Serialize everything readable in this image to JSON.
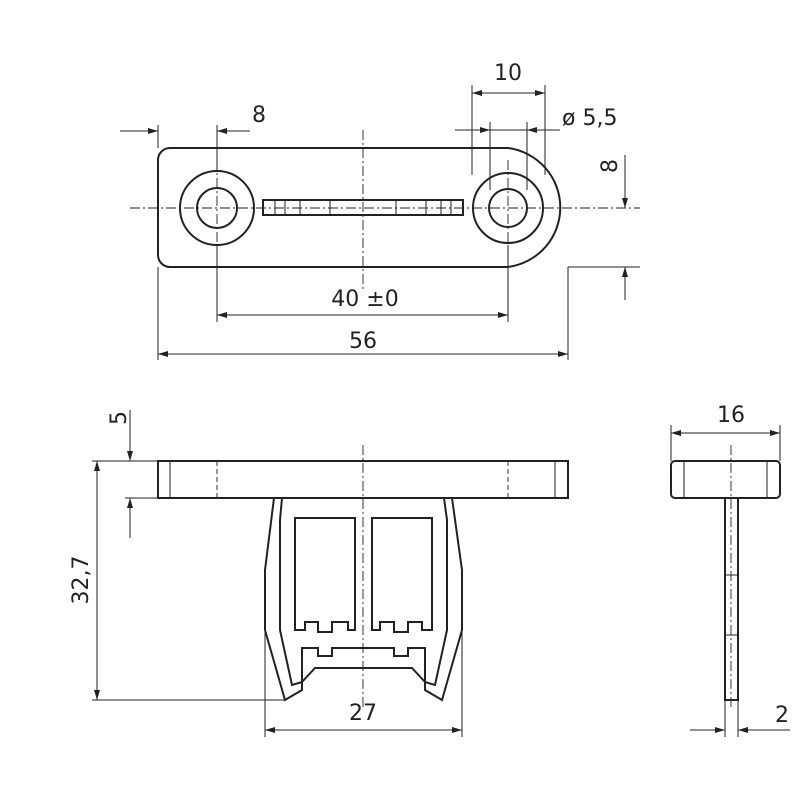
{
  "drawing": {
    "top_view": {
      "dim_hole_offset": "8",
      "dim_hole_width": "10",
      "dim_hole_diameter": "ø 5,5",
      "dim_half_height": "8",
      "dim_hole_spacing": "40 ±0",
      "dim_total_length": "56"
    },
    "side_view": {
      "dim_plate_thickness": "5",
      "dim_total_height": "32,7",
      "dim_body_width": "27"
    },
    "end_view": {
      "dim_width": "16",
      "dim_stem": "2"
    }
  }
}
